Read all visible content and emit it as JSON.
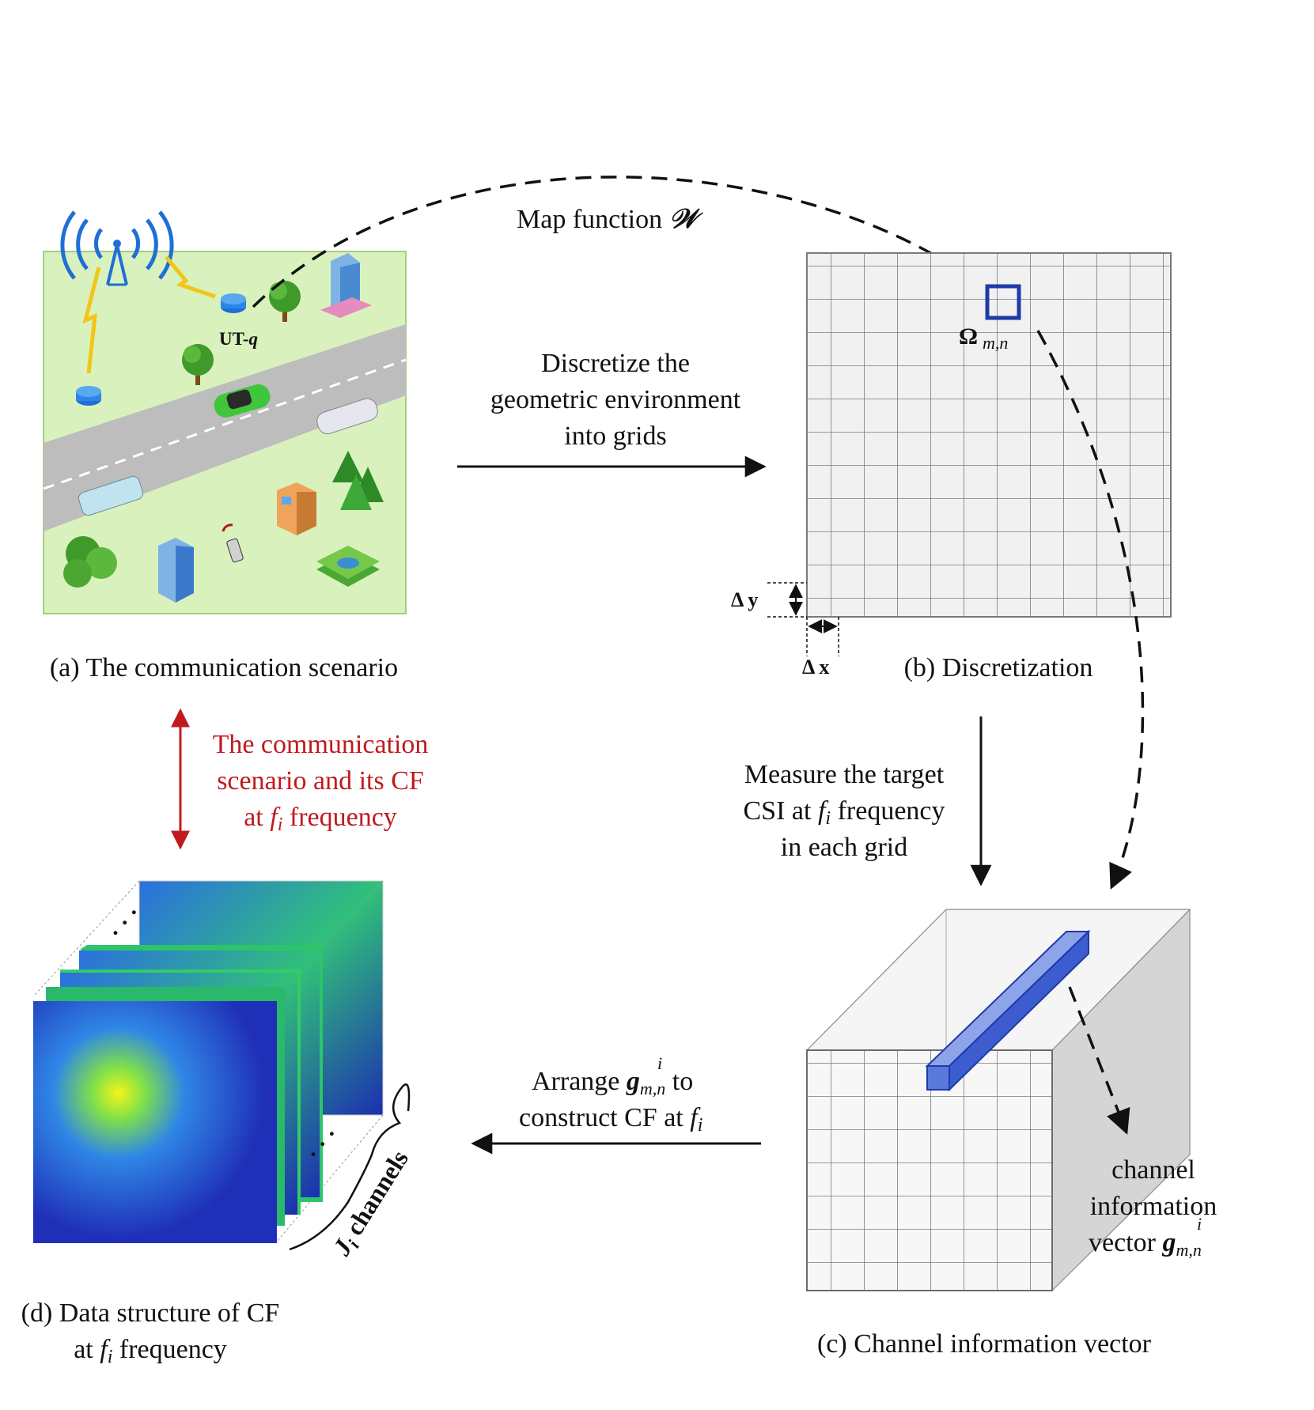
{
  "colors": {
    "scenario_bg": "#d9f2bd",
    "road": "#bdbdbd",
    "accent_blue": "#1f3aa8",
    "relation_red": "#c01a1f",
    "cf_dark": "#1a1aa8",
    "cf_mid": "#2a79e0",
    "cf_hot": "#f2f21c"
  },
  "panel_a": {
    "caption": "(a) The communication scenario",
    "ut_label": "UT-",
    "ut_label_italic": "q",
    "icons": [
      "base-station-icon",
      "lightning-icon",
      "user-terminal-icon",
      "tree-icon",
      "building-icon",
      "car-icon",
      "van-icon",
      "phone-icon",
      "park-icon"
    ]
  },
  "map_arc": {
    "label": "Map function ",
    "symbol": "𝒲"
  },
  "arrow_ab": {
    "line1": "Discretize the",
    "line2": "geometric environment",
    "line3": "into grids"
  },
  "panel_b": {
    "caption": "(b) Discretization",
    "omega": "Ω",
    "omega_sub": "m,n",
    "dy": "Δ y",
    "dx": "Δ x"
  },
  "arrow_bc": {
    "line1": "Measure the target",
    "line2_a": "CSI at ",
    "line2_f": "f",
    "line2_i": "i",
    "line2_b": " frequency",
    "line3": "in each grid"
  },
  "panel_c": {
    "caption": "(c) Channel information vector",
    "vec_line1": "channel",
    "vec_line2": "information",
    "vec_line3": "vector ",
    "vec_g": "g",
    "vec_sup": "i",
    "vec_sub": "m,n"
  },
  "arrow_cd": {
    "line1_a": "Arrange ",
    "g": "g",
    "sup": "i",
    "sub": "m,n",
    "line1_b": " to",
    "line2_a": "construct CF at ",
    "f": "f",
    "i": "i"
  },
  "relation": {
    "line1": "The communication",
    "line2": "scenario and its CF",
    "line3_a": "at ",
    "f": "f",
    "i": "i",
    "line3_b": " frequency"
  },
  "panel_d": {
    "caption_line1": "(d) Data structure of CF",
    "caption_line2_a": "at  ",
    "f": "f",
    "i": "i",
    "caption_line2_b": " frequency",
    "channels_J": "J",
    "channels_i": "i",
    "channels_text": " channels",
    "dots": "· · ·"
  }
}
